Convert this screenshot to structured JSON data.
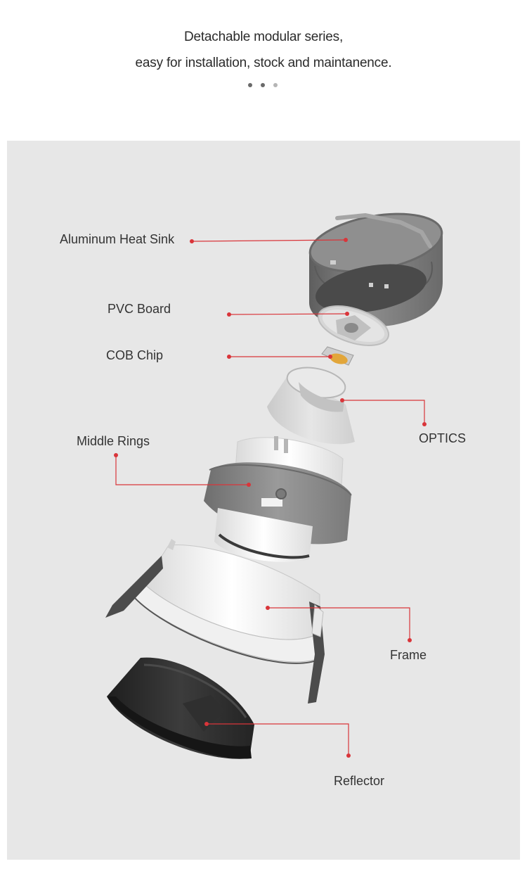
{
  "header": {
    "line1": "Detachable modular series,",
    "line2": "easy for installation, stock and maintanence."
  },
  "dots": {
    "colors": [
      "#6a6a6a",
      "#6a6a6a",
      "#b5b5b5"
    ]
  },
  "labels": {
    "heat_sink": "Aluminum Heat Sink",
    "pvc_board": "PVC Board",
    "cob_chip": "COB Chip",
    "optics": "OPTICS",
    "middle_rings": "Middle Rings",
    "frame": "Frame",
    "reflector": "Reflector"
  },
  "colors": {
    "panel": "#e7e7e7",
    "leader": "#d9353a",
    "heat_sink": "#7b7b7b",
    "ring_gray": "#8a8a8a",
    "white_part": "#f4f4f4",
    "reflector": "#2b2b2b",
    "chip": "#e2a63a"
  }
}
